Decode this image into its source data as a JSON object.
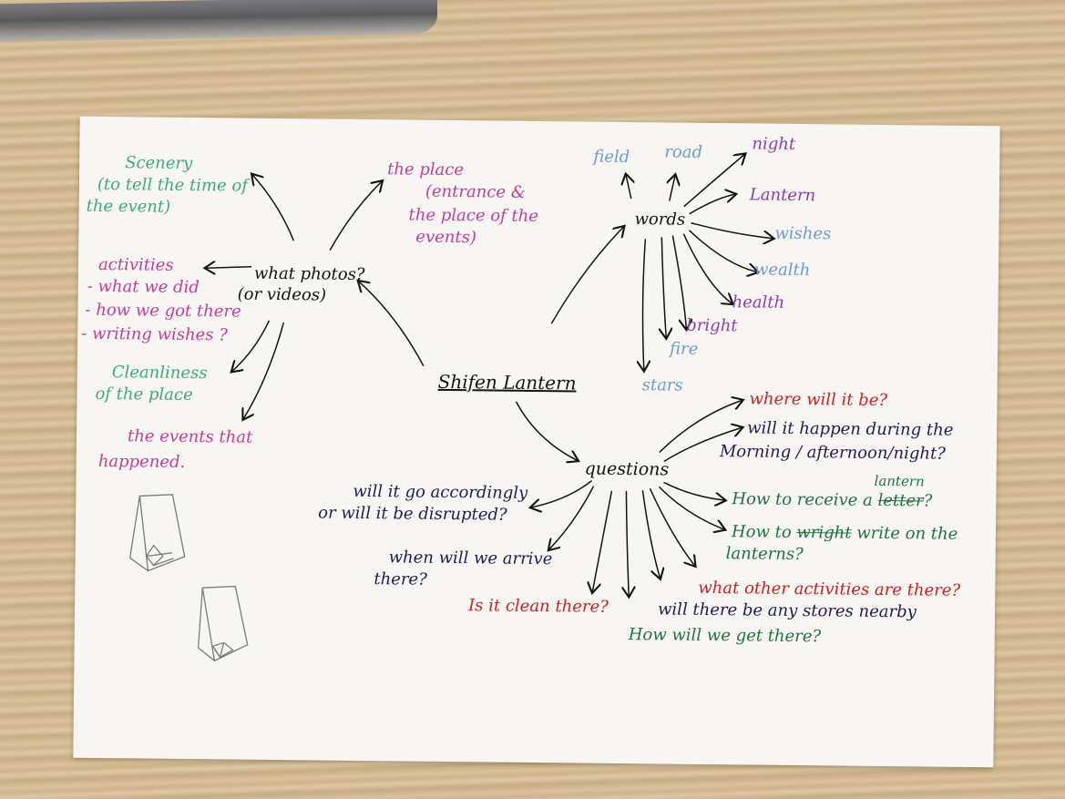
{
  "center": "Shifen Lantern",
  "photos": {
    "title": "what photos?",
    "subtitle": "(or videos)",
    "scenery": [
      "Scenery",
      "(to tell the time of",
      "the event)"
    ],
    "place": [
      "the place",
      "(entrance &",
      "the place of the",
      "events)"
    ],
    "activities": [
      "activities",
      "- what we did",
      "- how we got there",
      "- writing wishes ?"
    ],
    "cleanliness": [
      "Cleanliness",
      "of the place"
    ],
    "events": [
      "the events that",
      "happened."
    ]
  },
  "words": {
    "title": "words",
    "items": {
      "field": "field",
      "road": "road",
      "night": "night",
      "lantern": "Lantern",
      "wishes": "wishes",
      "wealth": "wealth",
      "health": "health",
      "bright": "bright",
      "fire": "fire",
      "stars": "stars"
    }
  },
  "questions": {
    "title": "questions",
    "where": "where will it be?",
    "happen": [
      "will it happen during the",
      "Morning / afternoon/night?"
    ],
    "receive_prefix": "How to receive a",
    "receive_struck": "letter",
    "receive_insert": "lantern",
    "receive_end": "?",
    "write_prefix": "How to",
    "write_struck": "wright",
    "write_rest": "write on the",
    "write_line2": "lanterns?",
    "other": "what other activities are there?",
    "stores": "will there be any stores nearby",
    "get_there": "How will we get there?",
    "clean": "Is it clean there?",
    "arrive": [
      "when will we arrive",
      "there?"
    ],
    "accordingly": [
      "will it go accordingly",
      "or will it be disrupted?"
    ]
  },
  "colors": {
    "green": "#3faa7a",
    "pink": "#c33e9b",
    "blue": "#6f9ccf",
    "purple": "#8c3ea8",
    "red": "#cc2222",
    "navy": "#1c1f55",
    "dark_green": "#227240"
  }
}
